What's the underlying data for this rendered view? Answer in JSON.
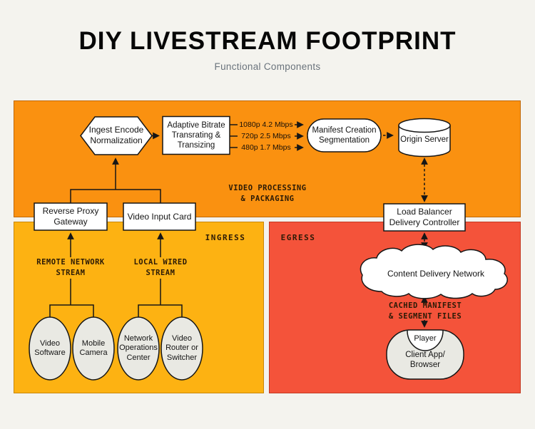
{
  "header": {
    "title": "DIY LIVESTREAM FOOTPRINT",
    "subtitle": "Functional Components"
  },
  "colors": {
    "processing_bg": "#FA9110",
    "ingress_bg": "#FDB212",
    "egress_bg": "#F4533A",
    "page_bg": "#F4F3EE",
    "node_fill_white": "#FFFFFF",
    "node_fill_gray": "#E9E9E3",
    "line_color": "#161616"
  },
  "processing": {
    "section_label": "VIDEO PROCESSING\n& PACKAGING",
    "ingest": "Ingest Encode\nNormalization",
    "adaptive": "Adaptive Bitrate\nTransrating &\nTransizing",
    "bitrates": [
      "1080p 4.2 Mbps",
      "720p 2.5 Mbps",
      "480p 1.7 Mbps"
    ],
    "manifest": "Manifest Creation\nSegmentation",
    "origin": "Origin Server"
  },
  "ingress": {
    "section_label": "INGRESS",
    "reverse_proxy": "Reverse Proxy\nGateway",
    "video_input": "Video Input Card",
    "remote_label": "REMOTE NETWORK\nSTREAM",
    "local_label": "LOCAL WIRED\nSTREAM",
    "sources": [
      "Video\nSoftware",
      "Mobile\nCamera",
      "Network\nOperations\nCenter",
      "Video\nRouter or\nSwitcher"
    ]
  },
  "egress": {
    "section_label": "EGRESS",
    "load_balancer": "Load Balancer\nDelivery Controller",
    "cdn": "Content Delivery Network",
    "cached_label": "CACHED MANIFEST\n& SEGMENT FILES",
    "player": "Player",
    "client": "Client App/\nBrowser"
  }
}
